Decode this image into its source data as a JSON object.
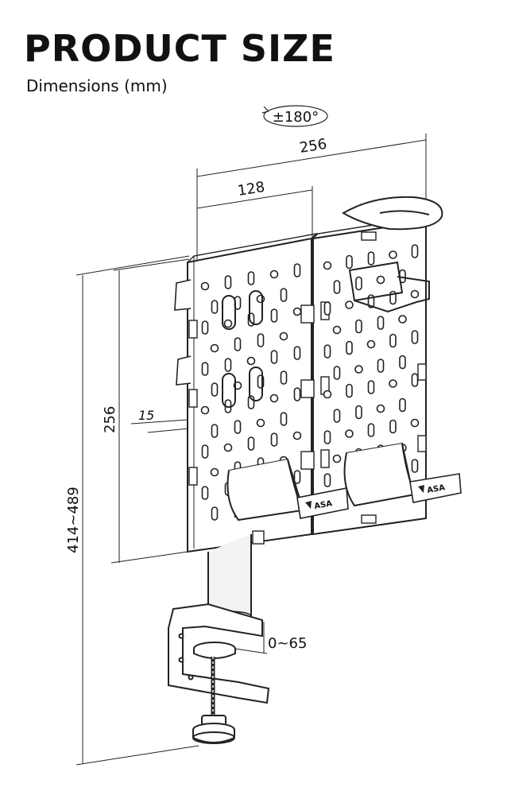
{
  "header": {
    "title": "PRODUCT SIZE",
    "subtitle": "Dimensions (mm)"
  },
  "dimensions": {
    "rotation": "±180°",
    "total_width": "256",
    "half_width": "128",
    "panel_height": "256",
    "depth": "15",
    "total_height": "414~489",
    "clamp_range": "0~65"
  },
  "branding": {
    "logo_text": "ASA"
  },
  "colors": {
    "line": "#222222",
    "panel_fill": "#ffffff",
    "pole_fill": "#f2f2f2"
  }
}
